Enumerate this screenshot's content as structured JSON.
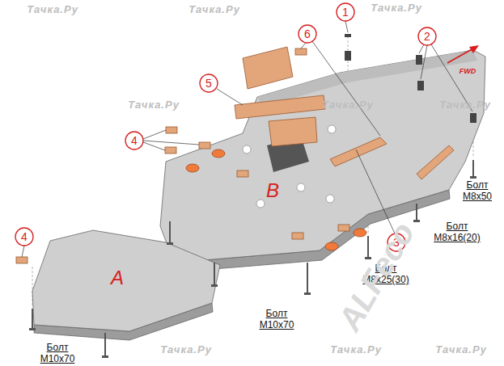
{
  "diagram": {
    "labels": [
      "Тачка.Ру",
      "Тачка.Ру",
      "Тачка.Ру",
      "1",
      "6",
      "2",
      "FWD",
      "5",
      "Тачка.Ру",
      "Тачка.Ру",
      "Тачка.Ру",
      "4",
      "B",
      "Болт M8x50",
      "Болт M8x16(20)",
      "4",
      "3",
      "Болт M8x25(30)",
      "A",
      "Болт M10x70",
      "Болт M10x70",
      "Тачка.Ру",
      "Тачка.Ру",
      "Тачка.Ру",
      "ALFeco"
    ]
  }
}
